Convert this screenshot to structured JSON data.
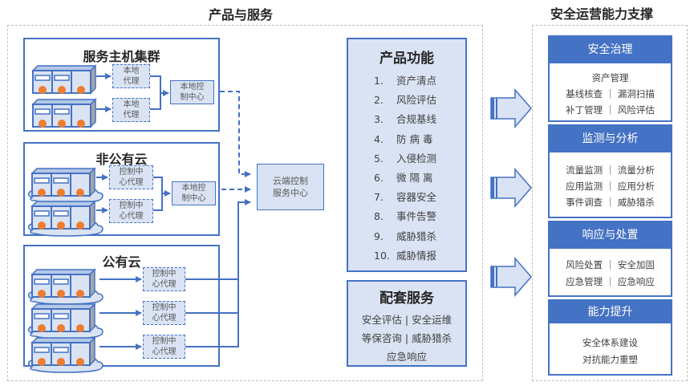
{
  "sections": {
    "products_title": "产品与服务",
    "support_title": "安全运营能力支撑"
  },
  "groups": [
    {
      "title": "服务主机集群",
      "agents": [
        "本地\n代理",
        "本地\n代理"
      ],
      "controller": "本地控\n制中心"
    },
    {
      "title": "非公有云",
      "agents": [
        "控制中\n心代理",
        "控制中\n心代理"
      ],
      "controller": "本地控\n制中心"
    },
    {
      "title": "公有云",
      "agents": [
        "控制中\n心代理",
        "控制中\n心代理",
        "控制中\n心代理"
      ]
    }
  ],
  "cloud_center": "云端控制\n服务中心",
  "features": {
    "title": "产品功能",
    "items": [
      {
        "num": "1.",
        "label": "资产清点"
      },
      {
        "num": "2.",
        "label": "风险评估"
      },
      {
        "num": "3.",
        "label": "合规基线"
      },
      {
        "num": "4.",
        "label": "防 病 毒"
      },
      {
        "num": "5.",
        "label": "入侵检测"
      },
      {
        "num": "6.",
        "label": "微 隔 离"
      },
      {
        "num": "7.",
        "label": "容器安全"
      },
      {
        "num": "8.",
        "label": "事件告警"
      },
      {
        "num": "9.",
        "label": "威胁猎杀"
      },
      {
        "num": "10.",
        "label": "威胁情报"
      }
    ]
  },
  "services": {
    "title": "配套服务",
    "lines": [
      "安全评估 | 安全运维",
      "等保咨询 | 威胁猎杀",
      "应急响应"
    ]
  },
  "capabilities": [
    {
      "title": "安全治理",
      "lines": [
        "资产管理",
        "基线核查 ｜ 漏洞扫描",
        "补丁管理 ｜ 风险评估"
      ]
    },
    {
      "title": "监测与分析",
      "lines": [
        "流量监测 ｜ 流量分析",
        "应用监测 ｜ 应用分析",
        "事件调查 ｜ 威胁猎杀"
      ]
    },
    {
      "title": "响应与处置",
      "lines": [
        "风险处置 ｜ 安全加固",
        "应急管理 ｜ 应急响应"
      ]
    },
    {
      "title": "能力提升",
      "lines": [
        "安全体系建设",
        "对抗能力重塑"
      ]
    }
  ],
  "colors": {
    "primary": "#4472c4",
    "fill_light": "#dae3f3",
    "server_dot": "#ed7d31",
    "frame_dash": "#bfbfbf"
  }
}
